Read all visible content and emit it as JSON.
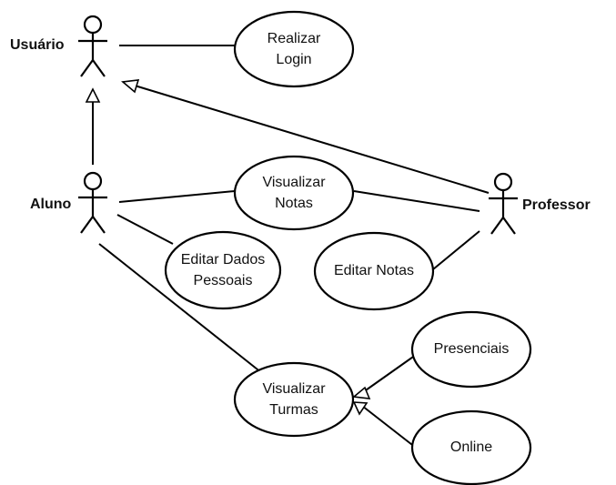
{
  "actors": {
    "usuario": "Usuário",
    "aluno": "Aluno",
    "professor": "Professor"
  },
  "use_cases": {
    "realizar_login": [
      "Realizar",
      "Login"
    ],
    "visualizar_notas": [
      "Visualizar",
      "Notas"
    ],
    "editar_dados": [
      "Editar Dados",
      "Pessoais"
    ],
    "editar_notas": [
      "Editar Notas"
    ],
    "visualizar_turmas": [
      "Visualizar",
      "Turmas"
    ],
    "presenciais": [
      "Presenciais"
    ],
    "online": [
      "Online"
    ]
  }
}
